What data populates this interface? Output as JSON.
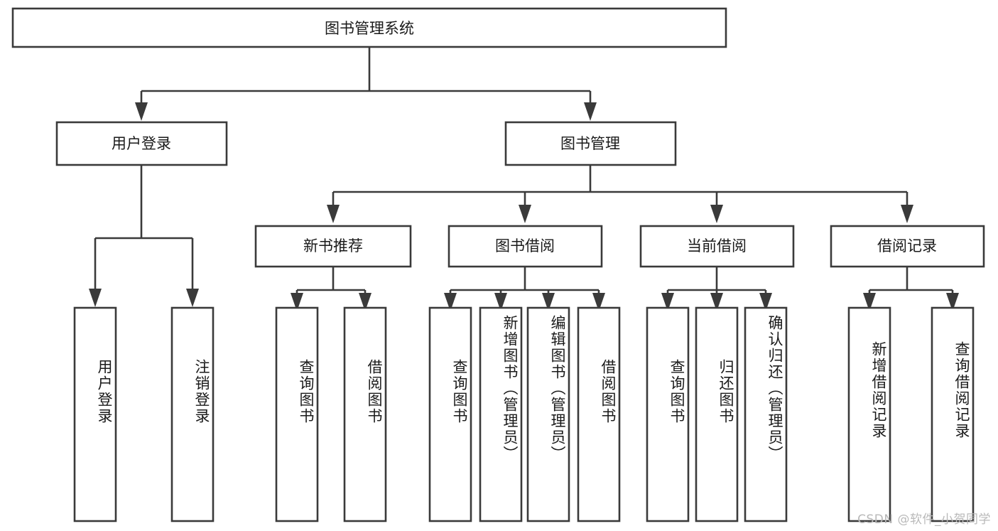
{
  "diagram": {
    "title": "图书管理系统",
    "type": "tree-hierarchy",
    "root": {
      "label": "图书管理系统"
    },
    "level1": [
      {
        "label": "用户登录"
      },
      {
        "label": "图书管理"
      }
    ],
    "level2": [
      {
        "label": "新书推荐"
      },
      {
        "label": "图书借阅"
      },
      {
        "label": "当前借阅"
      },
      {
        "label": "借阅记录"
      }
    ],
    "leaves": {
      "user_login": [
        {
          "label": "用户登录"
        },
        {
          "label": "注销登录"
        }
      ],
      "new_book_recommend": [
        {
          "label": "查询图书"
        },
        {
          "label": "借阅图书"
        }
      ],
      "book_borrow": [
        {
          "label": "查询图书"
        },
        {
          "label": "新增图书（管理员）"
        },
        {
          "label": "编辑图书（管理员）"
        },
        {
          "label": "借阅图书"
        }
      ],
      "current_borrow": [
        {
          "label": "查询图书"
        },
        {
          "label": "归还图书"
        },
        {
          "label": "确认归还（管理员）"
        }
      ],
      "borrow_records": [
        {
          "label": "新增借阅记录"
        },
        {
          "label": "查询借阅记录"
        }
      ]
    }
  },
  "watermark": {
    "text": "CSDN @软件_小贺同学"
  },
  "colors": {
    "stroke": "#3a3a3a",
    "box_fill": "#ffffff",
    "text": "#1a1a1a",
    "watermark": "#b9b9b9",
    "background": "#ffffff"
  }
}
